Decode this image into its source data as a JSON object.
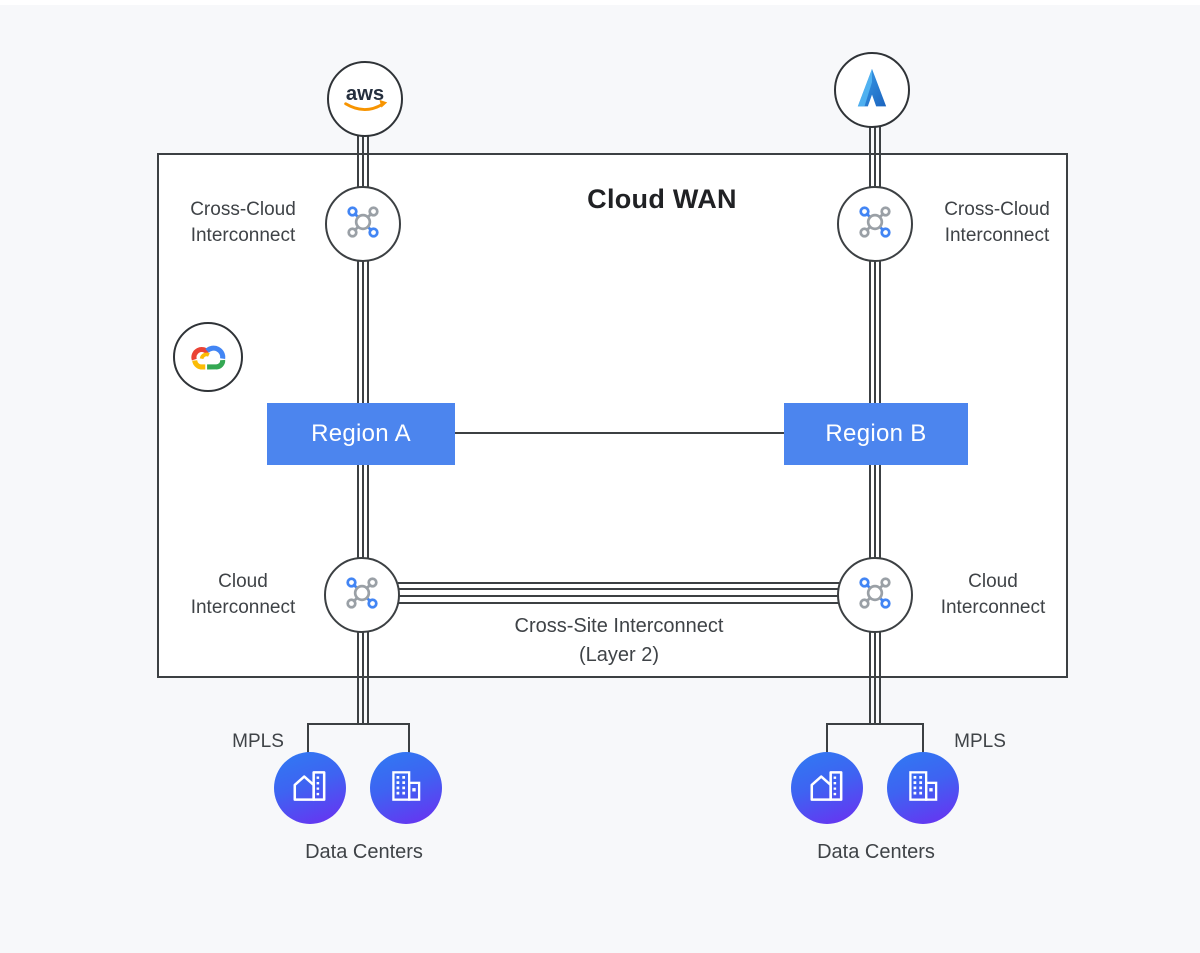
{
  "title": "Cloud WAN",
  "providers": {
    "aws_text": "aws",
    "aws_icon": "aws-logo",
    "azure_icon": "azure-logo",
    "google_cloud_icon": "google-cloud-logo"
  },
  "nodes": {
    "cross_cloud_interconnect_left": "Cross-Cloud\nInterconnect",
    "cross_cloud_interconnect_right": "Cross-Cloud\nInterconnect",
    "cloud_interconnect_left": "Cloud\nInterconnect",
    "cloud_interconnect_right": "Cloud\nInterconnect",
    "region_a": "Region A",
    "region_b": "Region B"
  },
  "links": {
    "cross_site_interconnect": "Cross-Site Interconnect\n(Layer 2)"
  },
  "mpls": {
    "left": "MPLS",
    "right": "MPLS"
  },
  "data_centers": {
    "left": "Data Centers",
    "right": "Data Centers"
  },
  "icons": {
    "interconnect_node": "network-node-icon",
    "home_building": "home-building-icon",
    "office_building": "office-building-icon"
  },
  "colors": {
    "background": "#F7F8FA",
    "box_fill": "#FFFFFF",
    "line": "#3C4043",
    "region_fill": "#4C85EE",
    "node_blue": "#4285F4",
    "node_gray": "#9AA0A6",
    "dc_gradient_start": "#2F7BF3",
    "dc_gradient_end": "#6C2EF1",
    "aws_smile": "#F79400",
    "text": "#3F4347"
  }
}
